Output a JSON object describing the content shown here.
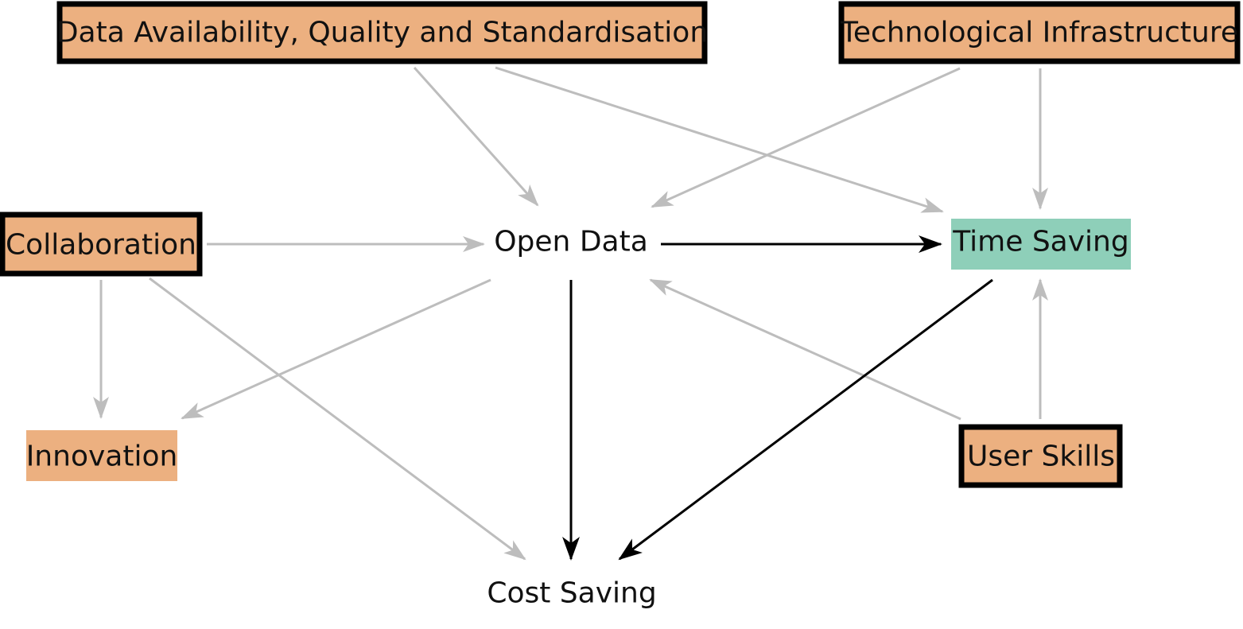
{
  "colors": {
    "factor_fill": "#ecb080",
    "outcome_fill": "#8ecfb9",
    "border": "#000000",
    "edge_gray": "#bdbdbd",
    "edge_black": "#000000",
    "text": "#111111"
  },
  "nodes": [
    {
      "id": "data_quality",
      "label": "Data Availability, Quality and Standardisation",
      "style": "factor-bold"
    },
    {
      "id": "tech_infra",
      "label": "Technological Infrastructure",
      "style": "factor-bold"
    },
    {
      "id": "collaboration",
      "label": "Collaboration",
      "style": "factor-bold"
    },
    {
      "id": "open_data",
      "label": "Open Data",
      "style": "plain"
    },
    {
      "id": "time_saving",
      "label": "Time Saving",
      "style": "outcome"
    },
    {
      "id": "innovation",
      "label": "Innovation",
      "style": "factor"
    },
    {
      "id": "user_skills",
      "label": "User Skills",
      "style": "factor-bold"
    },
    {
      "id": "cost_saving",
      "label": "Cost Saving",
      "style": "plain"
    }
  ],
  "edges": [
    {
      "from": "data_quality",
      "to": "open_data",
      "emphasis": "gray"
    },
    {
      "from": "data_quality",
      "to": "time_saving",
      "emphasis": "gray"
    },
    {
      "from": "tech_infra",
      "to": "open_data",
      "emphasis": "gray"
    },
    {
      "from": "tech_infra",
      "to": "time_saving",
      "emphasis": "gray"
    },
    {
      "from": "collaboration",
      "to": "open_data",
      "emphasis": "gray"
    },
    {
      "from": "collaboration",
      "to": "innovation",
      "emphasis": "gray"
    },
    {
      "from": "collaboration",
      "to": "cost_saving",
      "emphasis": "gray"
    },
    {
      "from": "open_data",
      "to": "innovation",
      "emphasis": "gray"
    },
    {
      "from": "user_skills",
      "to": "open_data",
      "emphasis": "gray"
    },
    {
      "from": "user_skills",
      "to": "time_saving",
      "emphasis": "gray"
    },
    {
      "from": "open_data",
      "to": "time_saving",
      "emphasis": "black"
    },
    {
      "from": "open_data",
      "to": "cost_saving",
      "emphasis": "black"
    },
    {
      "from": "time_saving",
      "to": "cost_saving",
      "emphasis": "black"
    }
  ]
}
